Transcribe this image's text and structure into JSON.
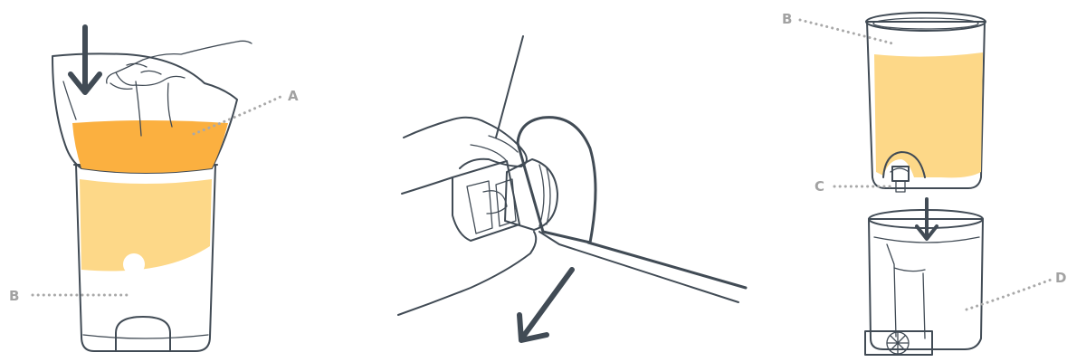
{
  "colors": {
    "ink": "#414b55",
    "orange": "#fbb040",
    "light_orange": "#fdd888",
    "label_gray": "#a2a2a2"
  },
  "panels": {
    "left": {
      "labels": {
        "a": "A",
        "b": "B"
      }
    },
    "middle": {
      "labels": {}
    },
    "right": {
      "labels": {
        "b": "B",
        "c": "C",
        "d": "D"
      }
    }
  }
}
